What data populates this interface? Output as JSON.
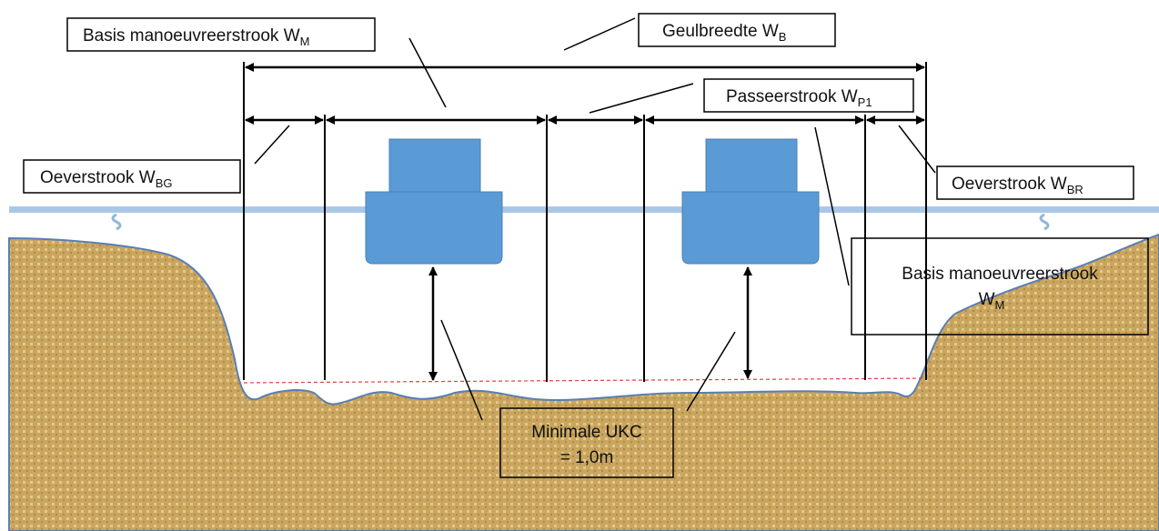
{
  "colors": {
    "seabed": "#c8a45c",
    "seabed_outline": "#5a7fb0",
    "water": "#a9c8e8",
    "ship": "#5b9bd5",
    "ship_outline": "#4a82b8",
    "line": "#000000",
    "keel_line": "#e04040"
  },
  "labels": {
    "channel_width": {
      "text": "Geulbreedte W",
      "sub": "B"
    },
    "maneuver_top": {
      "text": "Basis manoeuvreerstrook W",
      "sub": "M"
    },
    "passing": {
      "text": "Passeerstrook W",
      "sub": "P1"
    },
    "bank_left": {
      "text": "Oeverstrook W",
      "sub": "BG"
    },
    "bank_right": {
      "text": "Oeverstrook W",
      "sub": "BR"
    },
    "maneuver_right": {
      "line1": "Basis manoeuvreerstrook",
      "line2": "W",
      "sub": "M"
    },
    "ukc": {
      "line1": "Minimale UKC",
      "line2": "= 1,0m"
    }
  },
  "icons": [
    "water-surface-symbol-icon",
    "water-surface-symbol-icon"
  ]
}
